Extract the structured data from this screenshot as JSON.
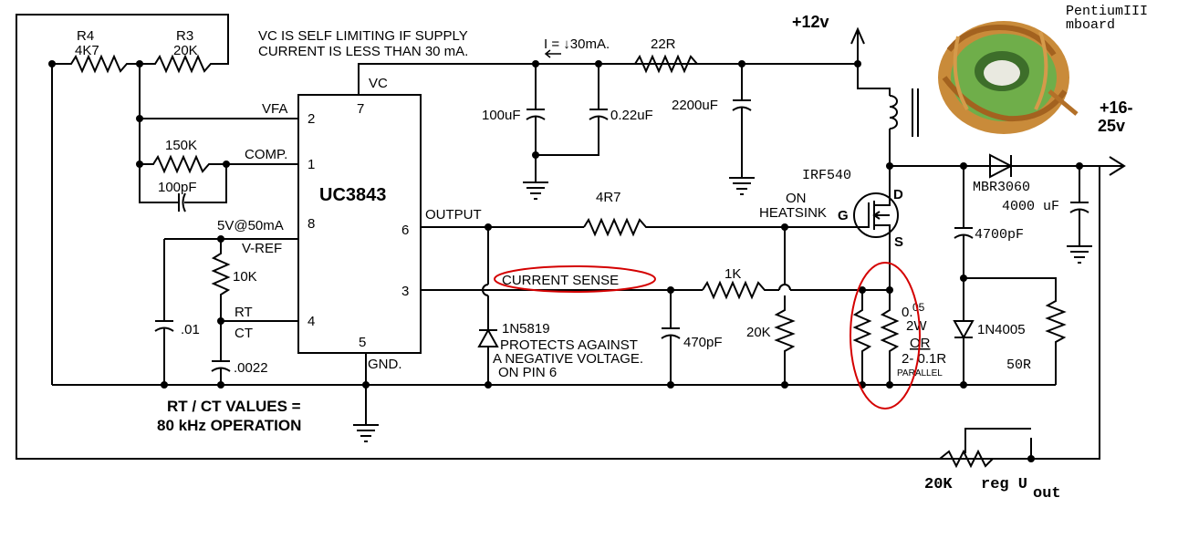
{
  "notes": {
    "vc_line1": "VC IS SELF LIMITING IF SUPPLY",
    "vc_line2": "CURRENT IS LESS THAN 30 mA.",
    "rtct_line1": "RT / CT VALUES =",
    "rtct_line2": "80 kHz OPERATION",
    "protects_line1": "PROTECTS AGAINST",
    "protects_line2": "A NEGATIVE VOLTAGE.",
    "protects_line3": "ON PIN 6"
  },
  "ic": {
    "name": "UC3843",
    "pins": {
      "vc_label": "VC",
      "vc_num": "7",
      "vfa_label": "VFA",
      "vfa_num": "2",
      "comp_label": "COMP.",
      "comp_num": "1",
      "vref_label1": "5V@50mA",
      "vref_label2": "V-REF",
      "vref_num": "8",
      "rt_label": "RT",
      "ct_label": "CT",
      "ct_num": "4",
      "gnd_label": "GND.",
      "gnd_num": "5",
      "output_label": "OUTPUT",
      "output_num": "6",
      "cs_num": "3"
    }
  },
  "components": {
    "r4": "R4",
    "r4_val": "4K7",
    "r3": "R3",
    "r3_val": "20K",
    "r150k": "150K",
    "c100pf": "100pF",
    "r10k": "10K",
    "c01": ".01",
    "c0022": ".0022",
    "i30": "I = ↓30mA.",
    "r22": "22R",
    "c100uf": "100uF",
    "c022uf": "0.22uF",
    "c2200uf": "2200uF",
    "r4r7": "4R7",
    "r1k": "1K",
    "r20k": "20K",
    "c470pf": "470pF",
    "d1n5819": "1N5819",
    "current_sense": "CURRENT SENSE",
    "on_heatsink1": "ON",
    "on_heatsink2": "HEATSINK",
    "mosfet": "IRF540",
    "d_label": "D",
    "g_label": "G",
    "s_label": "S",
    "rs_a": "0.",
    "rs_b": "05",
    "rs_c": "2W",
    "rs_or": "OR",
    "rs_d": "2- 0.1R",
    "rs_parallel": "PARALLEL",
    "diode_schottky": "MBR3060",
    "c4000uf": "4000 uF",
    "c4700pf": "4700pF",
    "d1n4005": "1N4005",
    "r50": "50R",
    "pot": "20K",
    "reg": "reg U",
    "reg_sub": "out",
    "v12": "+12v",
    "vout1": "+16-",
    "vout2": "25v",
    "photo1": "PentiumIII",
    "photo2": "mboard"
  }
}
